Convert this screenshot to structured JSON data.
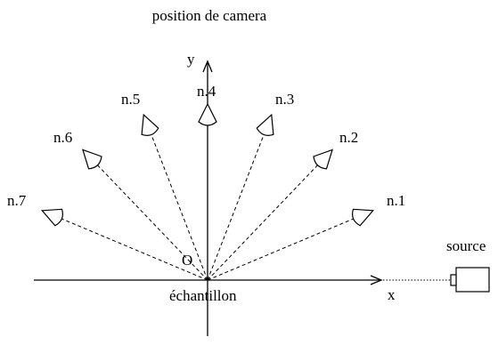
{
  "title": "position de camera",
  "axes": {
    "y_label": "y",
    "x_label": "x",
    "origin_label": "O"
  },
  "sample_label": "échantillon",
  "source_label": "source",
  "cameras": [
    {
      "label": "n.1"
    },
    {
      "label": "n.2"
    },
    {
      "label": "n.3"
    },
    {
      "label": "n.4"
    },
    {
      "label": "n.5"
    },
    {
      "label": "n.6"
    },
    {
      "label": "n.7"
    }
  ]
}
